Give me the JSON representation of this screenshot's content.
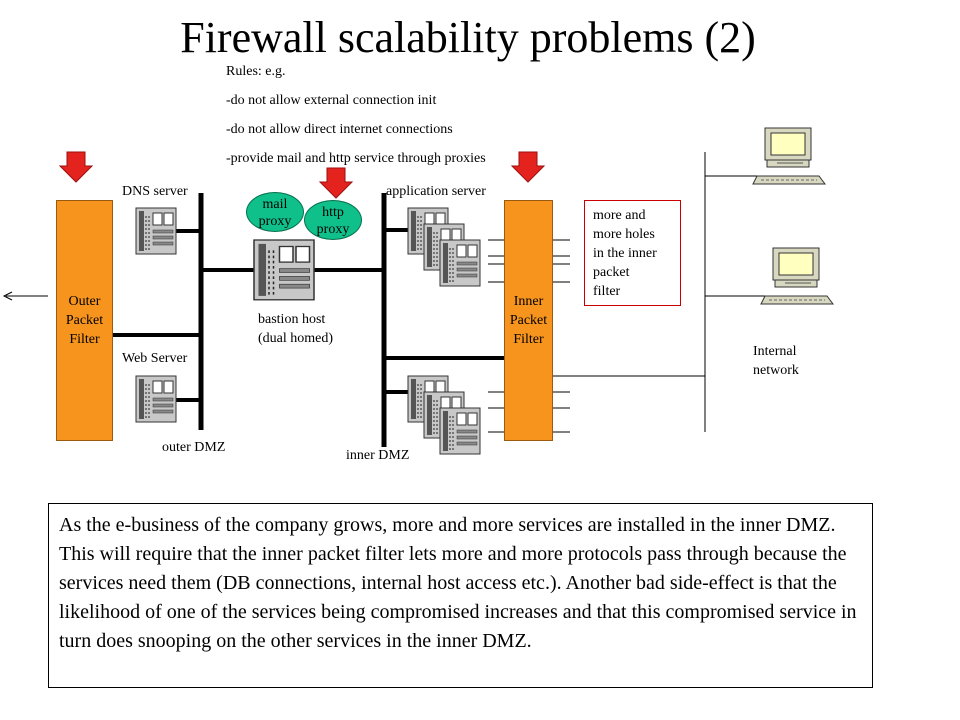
{
  "title": "Firewall scalability problems (2)",
  "rules": [
    "Rules: e.g.",
    "-do not allow external connection init",
    "-do not allow direct internet connections",
    "-provide mail and http service through proxies"
  ],
  "labels": {
    "dns_server": "DNS server",
    "web_server": "Web Server",
    "application_server": "application server",
    "bastion_host": [
      "bastion host",
      "(dual homed)"
    ],
    "outer_dmz": "outer DMZ",
    "inner_dmz": "inner DMZ",
    "internal_network": [
      "Internal",
      "network"
    ]
  },
  "filters": {
    "outer": [
      "Outer",
      "Packet",
      "Filter"
    ],
    "inner": [
      "Inner",
      "Packet",
      "Filter"
    ]
  },
  "proxies": {
    "mail": [
      "mail",
      "proxy"
    ],
    "http": [
      "http",
      "proxy"
    ]
  },
  "holes_note": [
    "more and",
    "more holes",
    "in the inner",
    "packet",
    "filter"
  ],
  "description": "As the e-business of the company grows, more and more services are installed in the inner DMZ. This will require that the inner packet filter lets more and more protocols pass through because the services need them (DB connections, internal host access etc.). Another bad side-effect is that the likelihood of one of the services being compromised increases and that this compromised service in turn does snooping on the other services in the inner DMZ.",
  "colors": {
    "filter_fill": "#f7941d",
    "proxy_fill": "#0fc08a",
    "arrow_red": "#e5231e",
    "holes_border": "#cc0000"
  }
}
